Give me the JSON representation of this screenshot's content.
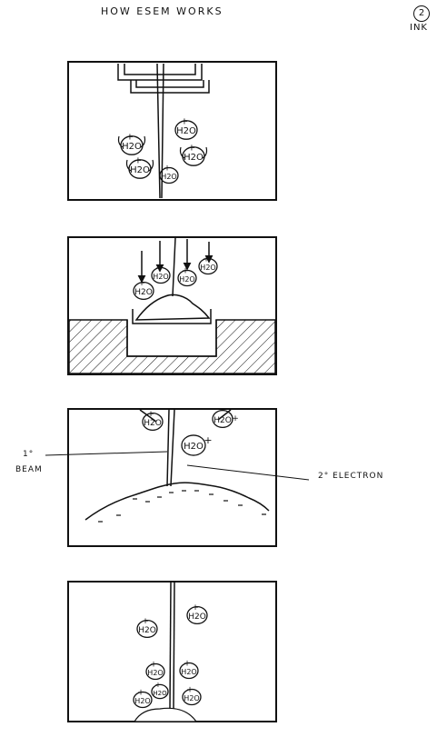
{
  "header": {
    "title": "HOW ESEM WORKS",
    "page_number": "2",
    "note": "INK"
  },
  "panel_3_labels": {
    "primary_label": "1°",
    "primary_label_line2": "BEAM",
    "secondary_label": "2° ELECTRON"
  },
  "molecule": {
    "label": "H2O",
    "charge": "+"
  }
}
